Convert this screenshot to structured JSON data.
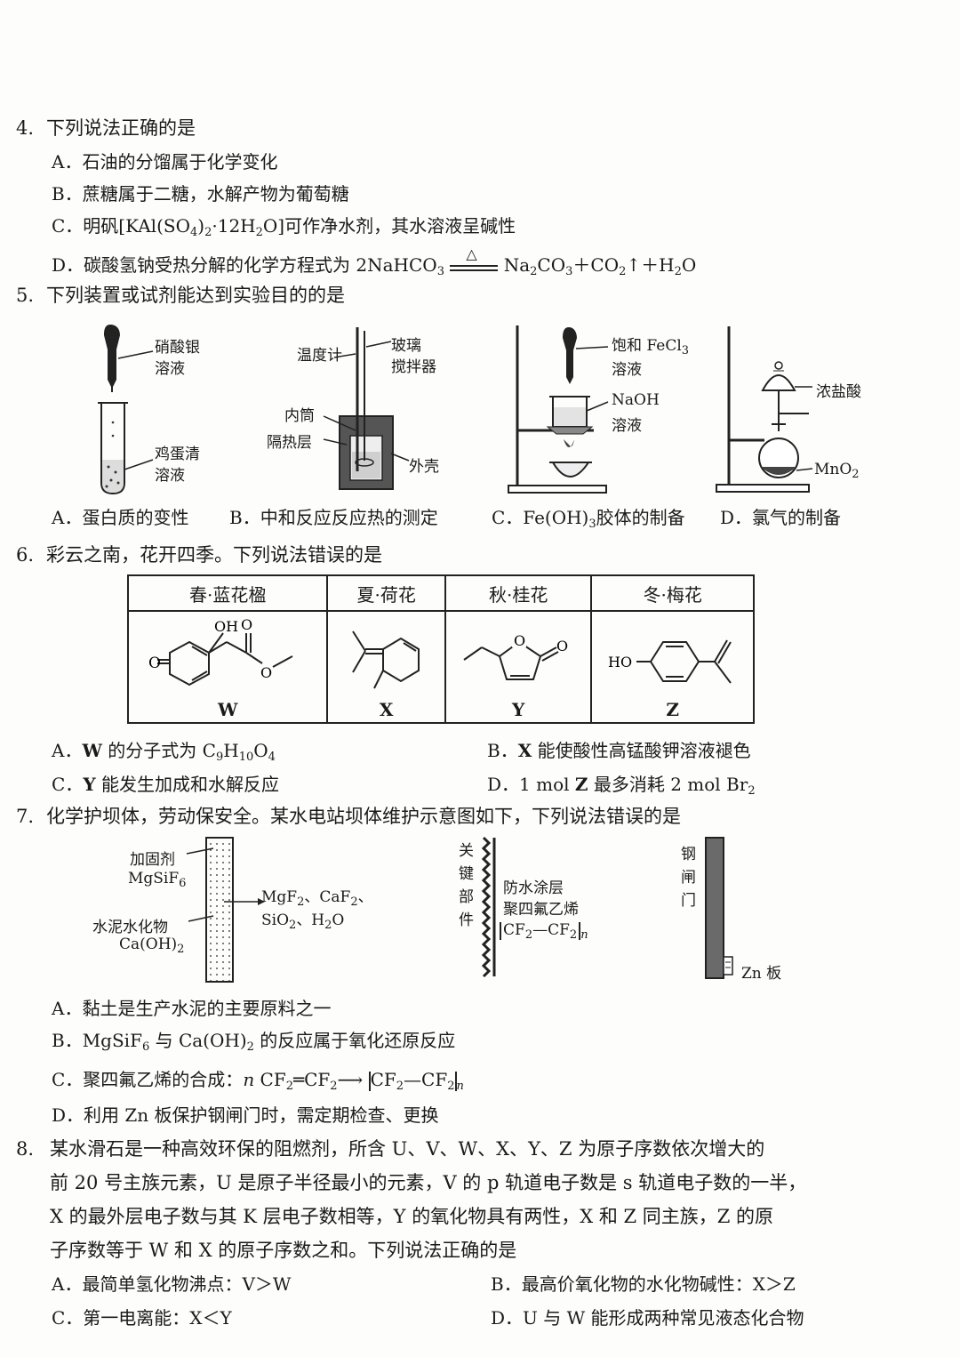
{
  "q4": {
    "num": "4.",
    "stem": "下列说法正确的是",
    "A": "A．石油的分馏属于化学变化",
    "B": "B．蔗糖属于二糖，水解产物为葡萄糖",
    "C_pre": "C．明矾[KAl(SO",
    "C_mid": ")",
    "C_mid2": "·12H",
    "C_post": "O]可作净水剂，其水溶液呈碱性",
    "D_pre": "D．碳酸氢钠受热分解的化学方程式为 2NaHCO",
    "D_cond": "△",
    "D_post1": "Na",
    "D_post2": "CO",
    "D_post3": "＋CO",
    "D_post4": "↑＋H",
    "D_post5": "O",
    "sub2": "2",
    "sub3": "3",
    "sub4": "4"
  },
  "q5": {
    "num": "5.",
    "stem": "下列装置或试剂能达到实验目的的是",
    "a_top1": "硝酸银",
    "a_top2": "溶液",
    "a_bot1": "鸡蛋清",
    "a_bot2": "溶液",
    "b_therm": "温度计",
    "b_glass1": "玻璃",
    "b_glass2": "搅拌器",
    "b_inner": "内筒",
    "b_insul": "隔热层",
    "b_outer": "外壳",
    "c_fecl1": "饱和 FeCl",
    "c_fecl_sub": "3",
    "c_fecl2": "溶液",
    "c_naoh1": "NaOH",
    "c_naoh2": "溶液",
    "d_hcl": "浓盐酸",
    "d_mno2": "MnO",
    "d_mno2_sub": "2",
    "A": "A．蛋白质的变性",
    "B": "B．中和反应反应热的测定",
    "C_pre": "C．Fe(OH)",
    "C_sub": "3",
    "C_post": "胶体的制备",
    "D": "D．氯气的制备"
  },
  "q6": {
    "num": "6.",
    "stem": "彩云之南，花开四季。下列说法错误的是",
    "headers": [
      "春·蓝花楹",
      "夏·荷花",
      "秋·桂花",
      "冬·梅花"
    ],
    "labels": [
      "W",
      "X",
      "Y",
      "Z"
    ],
    "w_oh": "OH",
    "w_o1": "O",
    "w_o2": "O",
    "w_o3": "O",
    "y_o1": "O",
    "y_o2": "O",
    "z_ho": "HO",
    "A_pre": "A．",
    "A_bold": "W",
    "A_mid": " 的分子式为 C",
    "A_s1": "9",
    "A_m2": "H",
    "A_s2": "10",
    "A_m3": "O",
    "A_s3": "4",
    "B_pre": "B．",
    "B_bold": "X",
    "B_post": " 能使酸性高锰酸钾溶液褪色",
    "C_pre": "C．",
    "C_bold": "Y",
    "C_post": " 能发生加成和水解反应",
    "D_pre": "D．1 mol ",
    "D_bold": "Z",
    "D_mid": " 最多消耗 2 mol Br",
    "D_sub": "2"
  },
  "q7": {
    "num": "7.",
    "stem": "化学护坝体，劳动保安全。某水电站坝体维护示意图如下，下列说法错误的是",
    "fig1_l1": "加固剂",
    "fig1_l2": "MgSiF",
    "fig1_l2s": "6",
    "fig1_l3": "水泥水化物",
    "fig1_l4": "Ca(OH)",
    "fig1_l4s": "2",
    "fig1_r1": "MgF",
    "fig1_r1b": "、CaF",
    "fig1_r1c": "、",
    "fig1_r2": "SiO",
    "fig1_r2b": "、H",
    "fig1_r2c": "O",
    "fig2_key": [
      "关",
      "键",
      "部",
      "件"
    ],
    "fig2_l1": "防水涂层",
    "fig2_l2": "聚四氟乙烯",
    "fig2_l3": "CF",
    "fig2_l3b": "—CF",
    "fig2_n": "n",
    "fig3_gate": [
      "钢",
      "闸",
      "门"
    ],
    "fig3_zn": "Zn 板",
    "A": "A．黏土是生产水泥的主要原料之一",
    "B_pre": "B．MgSiF",
    "B_s1": "6",
    "B_mid": " 与 Ca(OH)",
    "B_s2": "2",
    "B_post": " 的反应属于氧化还原反应",
    "C_pre": "C．聚四氟乙烯的合成：",
    "C_n": "n",
    "C_f1": " CF",
    "C_f2": "═CF",
    "C_arrow": "⟶",
    "C_f3": "CF",
    "C_f4": "—CF",
    "C_n2": "n",
    "D": "D．利用 Zn 板保护钢闸门时，需定期检查、更换"
  },
  "q8": {
    "num": "8.",
    "line1": "某水滑石是一种高效环保的阻燃剂，所含 U、V、W、X、Y、Z 为原子序数依次增大的",
    "line2": "前 20 号主族元素，U 是原子半径最小的元素，V 的 p 轨道电子数是 s 轨道电子数的一半，",
    "line3": "X 的最外层电子数与其 K 层电子数相等，Y 的氧化物具有两性，X 和 Z 同主族，Z 的原",
    "line4": "子序数等于 W 和 X 的原子序数之和。下列说法正确的是",
    "A": "A．最简单氢化物沸点：V＞W",
    "B": "B．最高价氧化物的水化物碱性：X＞Z",
    "C": "C．第一电离能：X＜Y",
    "D": "D．U 与 W 能形成两种常见液态化合物"
  }
}
